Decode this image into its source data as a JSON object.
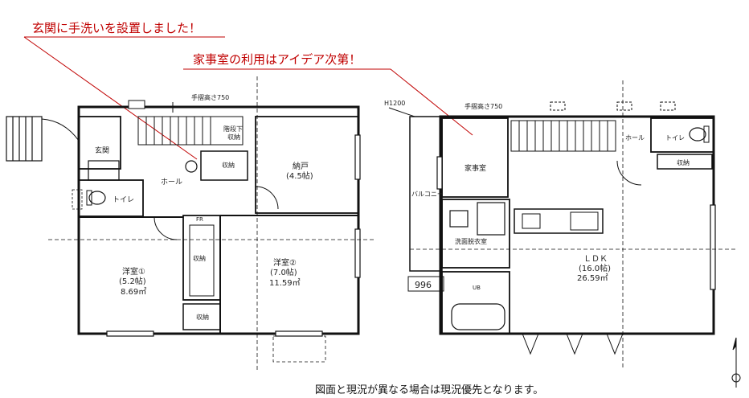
{
  "annotations": {
    "entrance_note": "玄関に手洗いを設置しました！",
    "housework_note": "家事室の利用はアイデア次第！"
  },
  "first_floor": {
    "genkan": "玄関",
    "toilet": "トイレ",
    "hall": "ホール",
    "storage_stair": "収納",
    "handrail": "手摺高さ750",
    "under_stair": "階段下",
    "storage_under_stair": "収納",
    "nando": "納戸",
    "nando_size": "(4.5帖)",
    "storage_middle": "収納",
    "storage_small": "収納",
    "yoshitsu1": "洋室①",
    "yoshitsu1_size": "(5.2帖)",
    "yoshitsu1_area": "8.69㎡",
    "yoshitsu2": "洋室②",
    "yoshitsu2_size": "(7.0帖)",
    "yoshitsu2_area": "11.59㎡",
    "fr": "FR"
  },
  "second_floor": {
    "h1200": "H1200",
    "handrail": "手摺高さ750",
    "kajishitsu": "家事室",
    "balcony": "バルコニー",
    "hall": "ホール",
    "toilet": "トイレ",
    "storage": "収納",
    "washroom": "洗面脱衣室",
    "ub": "UB",
    "ldk": "ＬＤＫ",
    "ldk_size": "(16.0帖)",
    "ldk_area": "26.59㎡",
    "dim": "996"
  },
  "caption": "図面と現況が異なる場合は現況優先となります。"
}
